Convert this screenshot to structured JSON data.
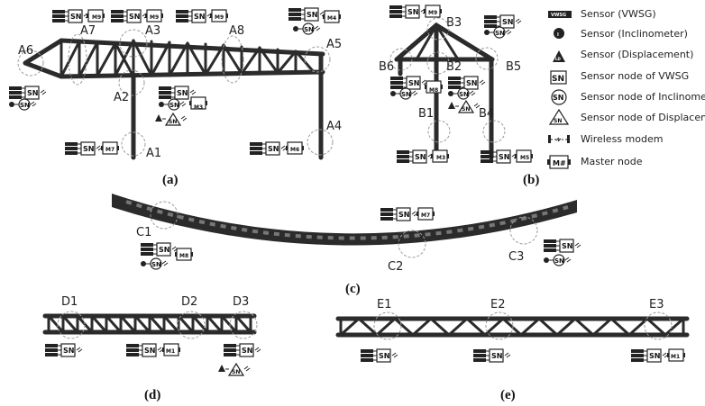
{
  "panels": {
    "a": "(a)",
    "b": "(b)",
    "c": "(c)",
    "d": "(d)",
    "e": "(e)"
  },
  "points": {
    "A1": "A1",
    "A2": "A2",
    "A3": "A3",
    "A4": "A4",
    "A5": "A5",
    "A6": "A6",
    "A7": "A7",
    "A8": "A8",
    "B1": "B1",
    "B2": "B2",
    "B3": "B3",
    "B4": "B4",
    "B5": "B5",
    "B6": "B6",
    "C1": "C1",
    "C2": "C2",
    "C3": "C3",
    "D1": "D1",
    "D2": "D2",
    "D3": "D3",
    "E1": "E1",
    "E2": "E2",
    "E3": "E3"
  },
  "node_text": {
    "vwsg": "VWSG",
    "sn": "SN",
    "master_prefix": "M",
    "inclinometer": "I",
    "displacement": "LD",
    "M1": "M1",
    "M3": "M3",
    "M4": "M4",
    "M5": "M5",
    "M6": "M6",
    "M7": "M7",
    "M8": "M8",
    "M9": "M9"
  },
  "legend": [
    {
      "icon": "vwsg-sensor-icon",
      "label": "Sensor (VWSG)"
    },
    {
      "icon": "inclinometer-sensor-icon",
      "label": "Sensor (Inclinometer)"
    },
    {
      "icon": "displacement-sensor-icon",
      "label": "Sensor (Displacement)"
    },
    {
      "icon": "vwsg-sensor-node-icon",
      "label": "Sensor node of VWSG"
    },
    {
      "icon": "inclinometer-sensor-node-icon",
      "label": "Sensor node of Inclinometer"
    },
    {
      "icon": "displacement-sensor-node-icon",
      "label": "Sensor node of Displacement"
    },
    {
      "icon": "wireless-modem-icon",
      "label": "Wireless modem"
    },
    {
      "icon": "master-node-icon",
      "label": "Master node"
    }
  ],
  "colors": {
    "structure": "#2b2b2b",
    "circle": "#9a9a9a",
    "background": "#ffffff"
  }
}
